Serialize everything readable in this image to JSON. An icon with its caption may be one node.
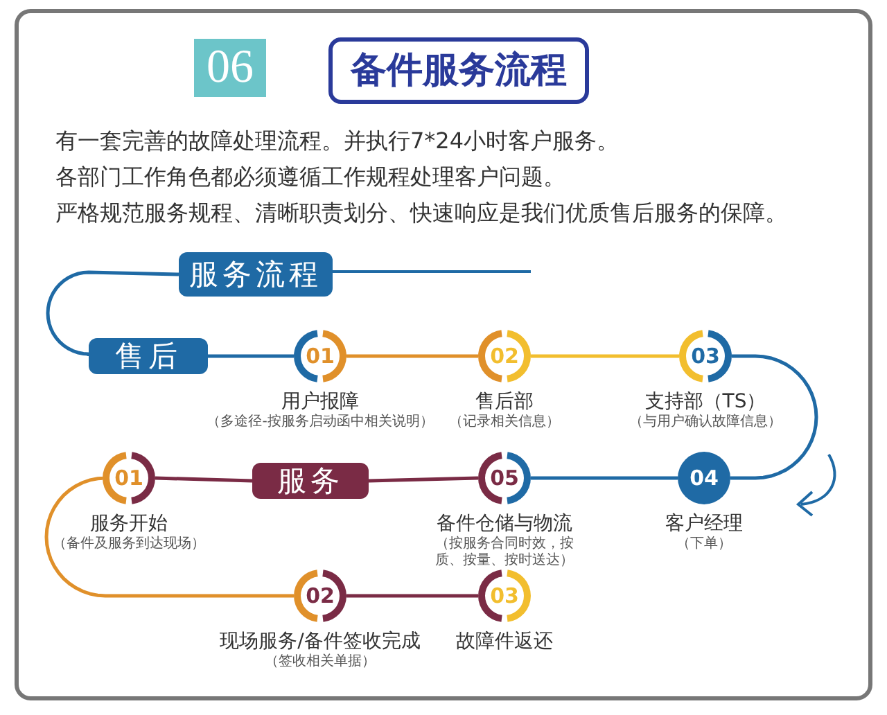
{
  "diagram": {
    "title": "备件服务流程",
    "nodes": [
      {
        "text": [
          "服务流程"
        ]
      },
      {
        "text": [
          "售后"
        ]
      },
      {
        "text": [
          "01"
        ],
        "beside": [
          "用户报障",
          "（多途径-按服务启动函中相关说明）"
        ]
      },
      {
        "text": [
          "02"
        ],
        "beside": [
          "售后部",
          "（记录相关信息）"
        ]
      },
      {
        "text": [
          "03"
        ],
        "beside": [
          "支持部（TS）",
          "（与用户确认故障信息）"
        ]
      },
      {
        "text": [
          "04"
        ],
        "beside": [
          "客户经理",
          "（下单）"
        ]
      },
      {
        "text": [
          "05"
        ],
        "beside": [
          "备件仓储与物流",
          "（按服务合同时效，按质、按量、按时送达）"
        ]
      },
      {
        "text": [
          "服务"
        ]
      },
      {
        "text": [
          "01"
        ],
        "beside": [
          "服务开始",
          "（备件及服务到达现场）"
        ]
      },
      {
        "text": [
          "02"
        ],
        "beside": [
          "现场服务/备件签收完成",
          "（签收相关单据）"
        ]
      },
      {
        "text": [
          "03"
        ],
        "beside": [
          "故障件返还"
        ]
      }
    ],
    "edges": [
      {
        "from": 0,
        "to": 1,
        "arrow": "none"
      },
      {
        "from": 1,
        "to": 2,
        "arrow": "none"
      },
      {
        "from": 2,
        "to": 3,
        "arrow": "none",
        "color": "#e0902a"
      },
      {
        "from": 3,
        "to": 4,
        "arrow": "none",
        "color": "#f2be2e"
      },
      {
        "from": 4,
        "to": 5,
        "arrow": "none"
      },
      {
        "from": 5,
        "to": 6,
        "arrow": "none"
      },
      {
        "from": 6,
        "to": 7,
        "arrow": "none",
        "color": "#7a2b45"
      },
      {
        "from": 7,
        "to": 8,
        "arrow": "none",
        "color": "#7a2b45"
      },
      {
        "from": 8,
        "to": 9,
        "arrow": "none",
        "color": "#e0902a"
      },
      {
        "from": 9,
        "to": 10,
        "arrow": "none",
        "color": "#7a2b45"
      }
    ],
    "labels": [
      "06",
      "有一套完善的故障处理流程。并执行7*24小时客户服务。",
      "各部门工作角色都必须遵循工作规程处理客户问题。",
      "严格规范服务规程、清晰职责划分、快速响应是我们优质售后服务的保障。"
    ]
  }
}
